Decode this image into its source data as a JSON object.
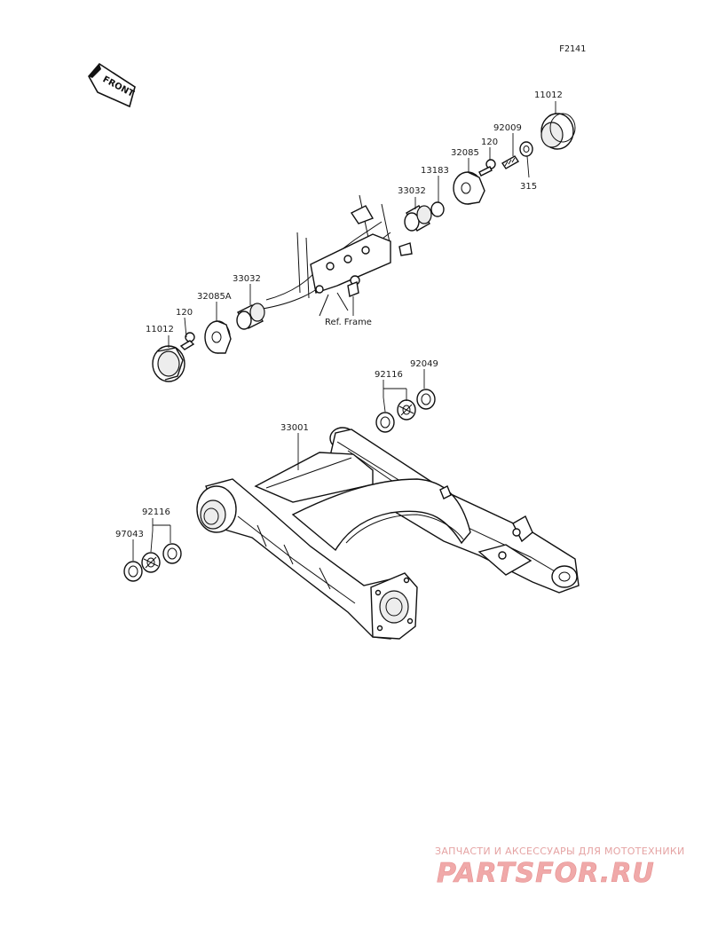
{
  "diagram_code": "F2141",
  "front_arrow_label": "FRONT",
  "ref_frame_label": "Ref. Frame",
  "part_labels": {
    "p11012_top": "11012",
    "p92009": "92009",
    "p120_top": "120",
    "p32085": "32085",
    "p13183": "13183",
    "p315": "315",
    "p33032_top": "33032",
    "p33032_left": "33032",
    "p32085A": "32085A",
    "p120_left": "120",
    "p11012_left": "11012",
    "p92116_upper": "92116",
    "p92049": "92049",
    "p33001": "33001",
    "p92116_lower": "92116",
    "p97043": "97043"
  },
  "watermark": {
    "tagline": "ЗАПЧАСТИ И АКСЕССУАРЫ ДЛЯ МОТОТЕХНИКИ",
    "logo": "PARTSFOR.RU"
  }
}
